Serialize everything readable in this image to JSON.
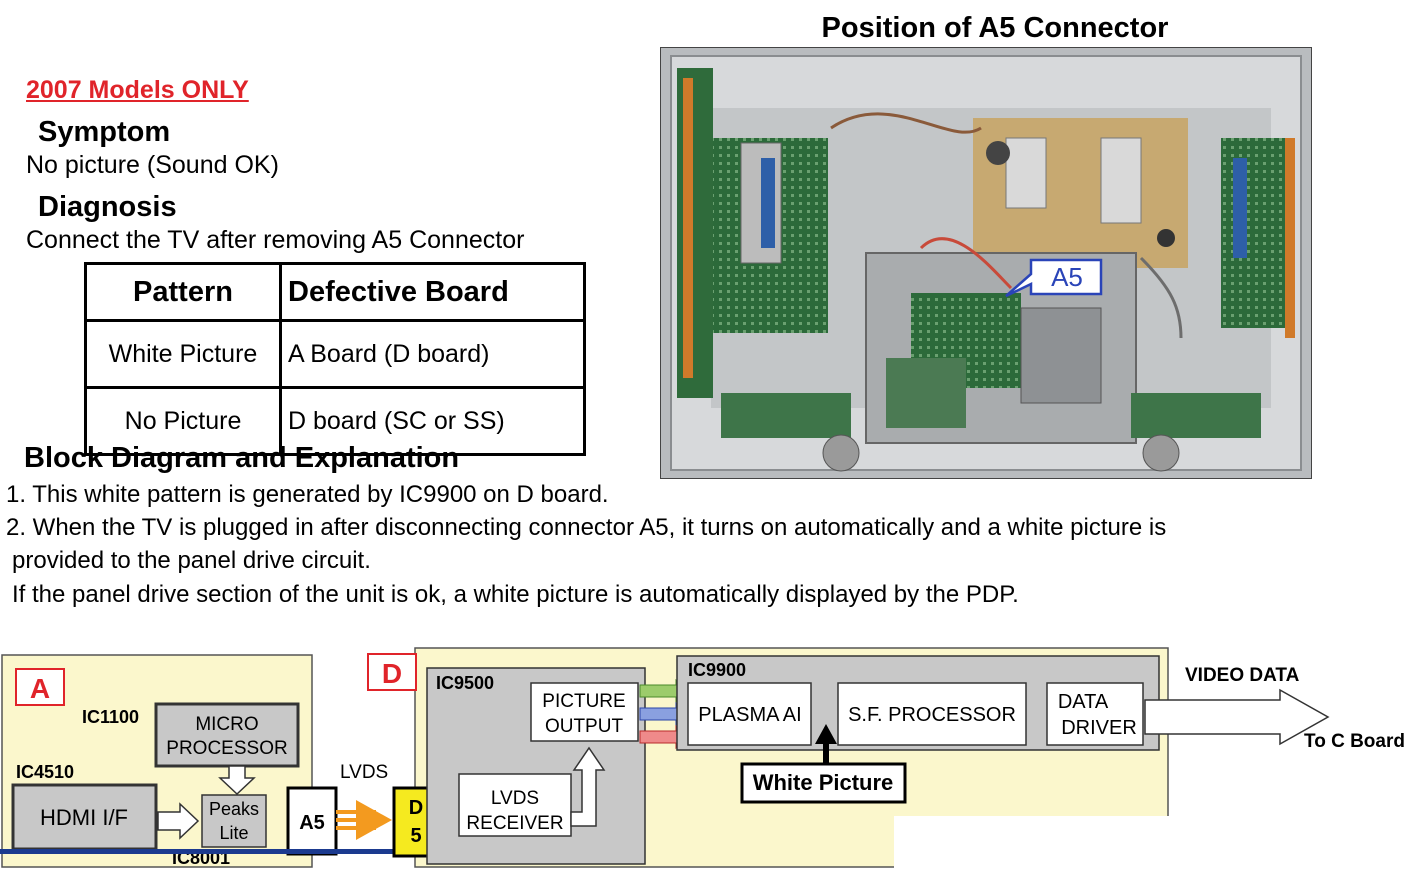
{
  "header": {
    "models_note": "2007 Models ONLY",
    "photo_title": "Position of A5 Connector"
  },
  "symptom": {
    "heading": "Symptom",
    "text": "No picture (Sound OK)"
  },
  "diagnosis": {
    "heading": "Diagnosis",
    "text": "Connect the TV after removing A5 Connector"
  },
  "table": {
    "headers": [
      "Pattern",
      "Defective Board"
    ],
    "rows": [
      [
        "White Picture",
        "A Board (D board)"
      ],
      [
        "No Picture",
        "D board (SC or SS)"
      ]
    ]
  },
  "block": {
    "heading": "Block Diagram and Explanation",
    "line1": "1. This white pattern is generated by IC9900 on D board.",
    "line2": "2. When the TV is plugged in after disconnecting connector A5, it turns on automatically and a white picture is",
    "line3": "provided to the panel drive circuit.",
    "line4": "If the panel drive section of the unit is ok, a white picture is automatically displayed by the PDP."
  },
  "photo": {
    "callout": "A5"
  },
  "diagram": {
    "board_a_letter": "A",
    "ic1100": "IC1100",
    "micro_line1": "MICRO",
    "micro_line2": "PROCESSOR",
    "ic4510": "IC4510",
    "hdmi": "HDMI I/F",
    "peaks_line1": "Peaks",
    "peaks_line2": "Lite",
    "ic8001": "IC8001",
    "a5": "A5",
    "lvds": "LVDS",
    "d5_line1": "D",
    "d5_line2": "5",
    "board_d_letter": "D",
    "ic9500": "IC9500",
    "pic_out_line1": "PICTURE",
    "pic_out_line2": "OUTPUT",
    "lvds_rx_line1": "LVDS",
    "lvds_rx_line2": "RECEIVER",
    "ic9900": "IC9900",
    "plasma": "PLASMA AI",
    "sf": "S.F. PROCESSOR",
    "data_line1": "DATA",
    "data_line2": "DRIVER",
    "white_picture": "White Picture",
    "video_data": "VIDEO DATA",
    "to_c": "To C Board"
  },
  "colors": {
    "models_red": "#e0242a",
    "board_bg": "#fbf7cc",
    "ic_gray": "#c8c8c8",
    "yellow_connector": "#f5ea1f",
    "orange_arrow": "#f39a1f",
    "lvds_blue": "#1b3a8f"
  }
}
